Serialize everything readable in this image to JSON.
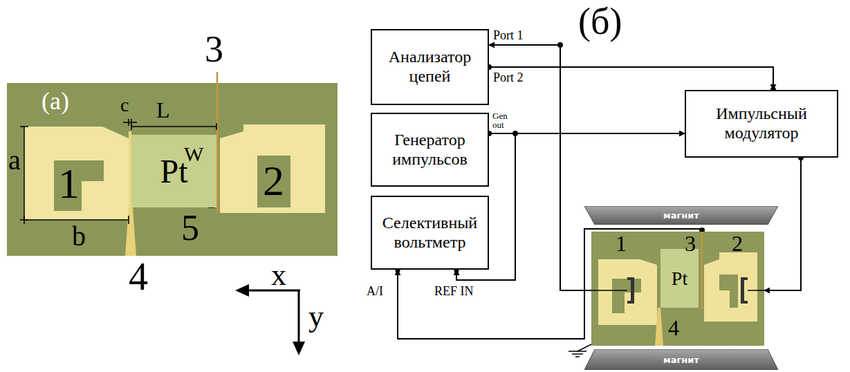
{
  "diagram": {
    "nodes": [
      {
        "text": [
          "Pt"
        ]
      },
      {
        "text": [
          "Анализатор цепей"
        ]
      },
      {
        "text": [
          "Генератор импульсов"
        ]
      },
      {
        "text": [
          "Селективный вольтметр"
        ]
      },
      {
        "text": [
          "Импульсный модулятор"
        ]
      },
      {
        "text": [
          "магнит"
        ]
      },
      {
        "text": [
          "Pt"
        ]
      },
      {
        "text": [
          "магнит"
        ]
      }
    ],
    "edges": [
      {
        "from": 1,
        "to": 4,
        "arrow": "to"
      },
      {
        "from": 2,
        "to": 4,
        "arrow": "to"
      },
      {
        "from": 2,
        "to": 3,
        "arrow": "to"
      },
      {
        "from": 4,
        "to": 6,
        "arrow": "to"
      },
      {
        "from": 6,
        "to": 1,
        "arrow": "to"
      },
      {
        "from": 6,
        "to": 3,
        "arrow": "to"
      }
    ],
    "labels": [
      "(а)",
      "c",
      "L",
      "a",
      "W",
      "1",
      "b",
      "5",
      "2",
      "3",
      "4",
      "x",
      "y",
      "(б)",
      "Port 1",
      "Port 2",
      "Gen out",
      "A/I",
      "REF IN",
      "1",
      "3",
      "2",
      "4"
    ]
  }
}
